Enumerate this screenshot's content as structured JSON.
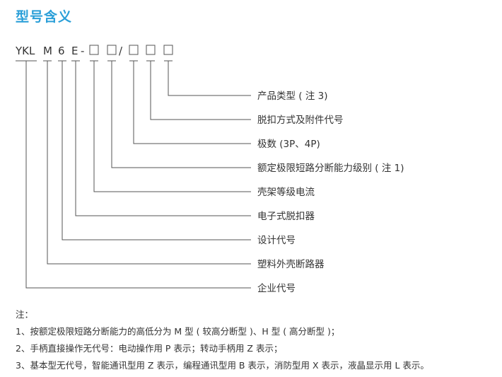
{
  "title": "型号含义",
  "code": {
    "prefix": "YKL",
    "m": "M",
    "six": "6",
    "e": "E",
    "dash": "-",
    "slash": "/"
  },
  "labels": [
    "产品类型 ( 注 3)",
    "脱扣方式及附件代号",
    "极数 (3P、4P)",
    "额定极限短路分断能力级别 ( 注 1)",
    "壳架等级电流",
    "电子式脱扣器",
    "设计代号",
    "塑料外壳断路器",
    "企业代号"
  ],
  "notes": {
    "heading": "注：",
    "items": [
      "1、按额定极限短路分断能力的高低分为 M 型 ( 较高分断型 )、H 型 ( 高分断型 )；",
      "2、手柄直接操作无代号：电动操作用 P 表示；转动手柄用 Z 表示；",
      "3、基本型无代号，智能通讯型用 Z 表示，编程通讯型用 B 表示，消防型用 X 表示，液晶显示用 L 表示。"
    ]
  }
}
